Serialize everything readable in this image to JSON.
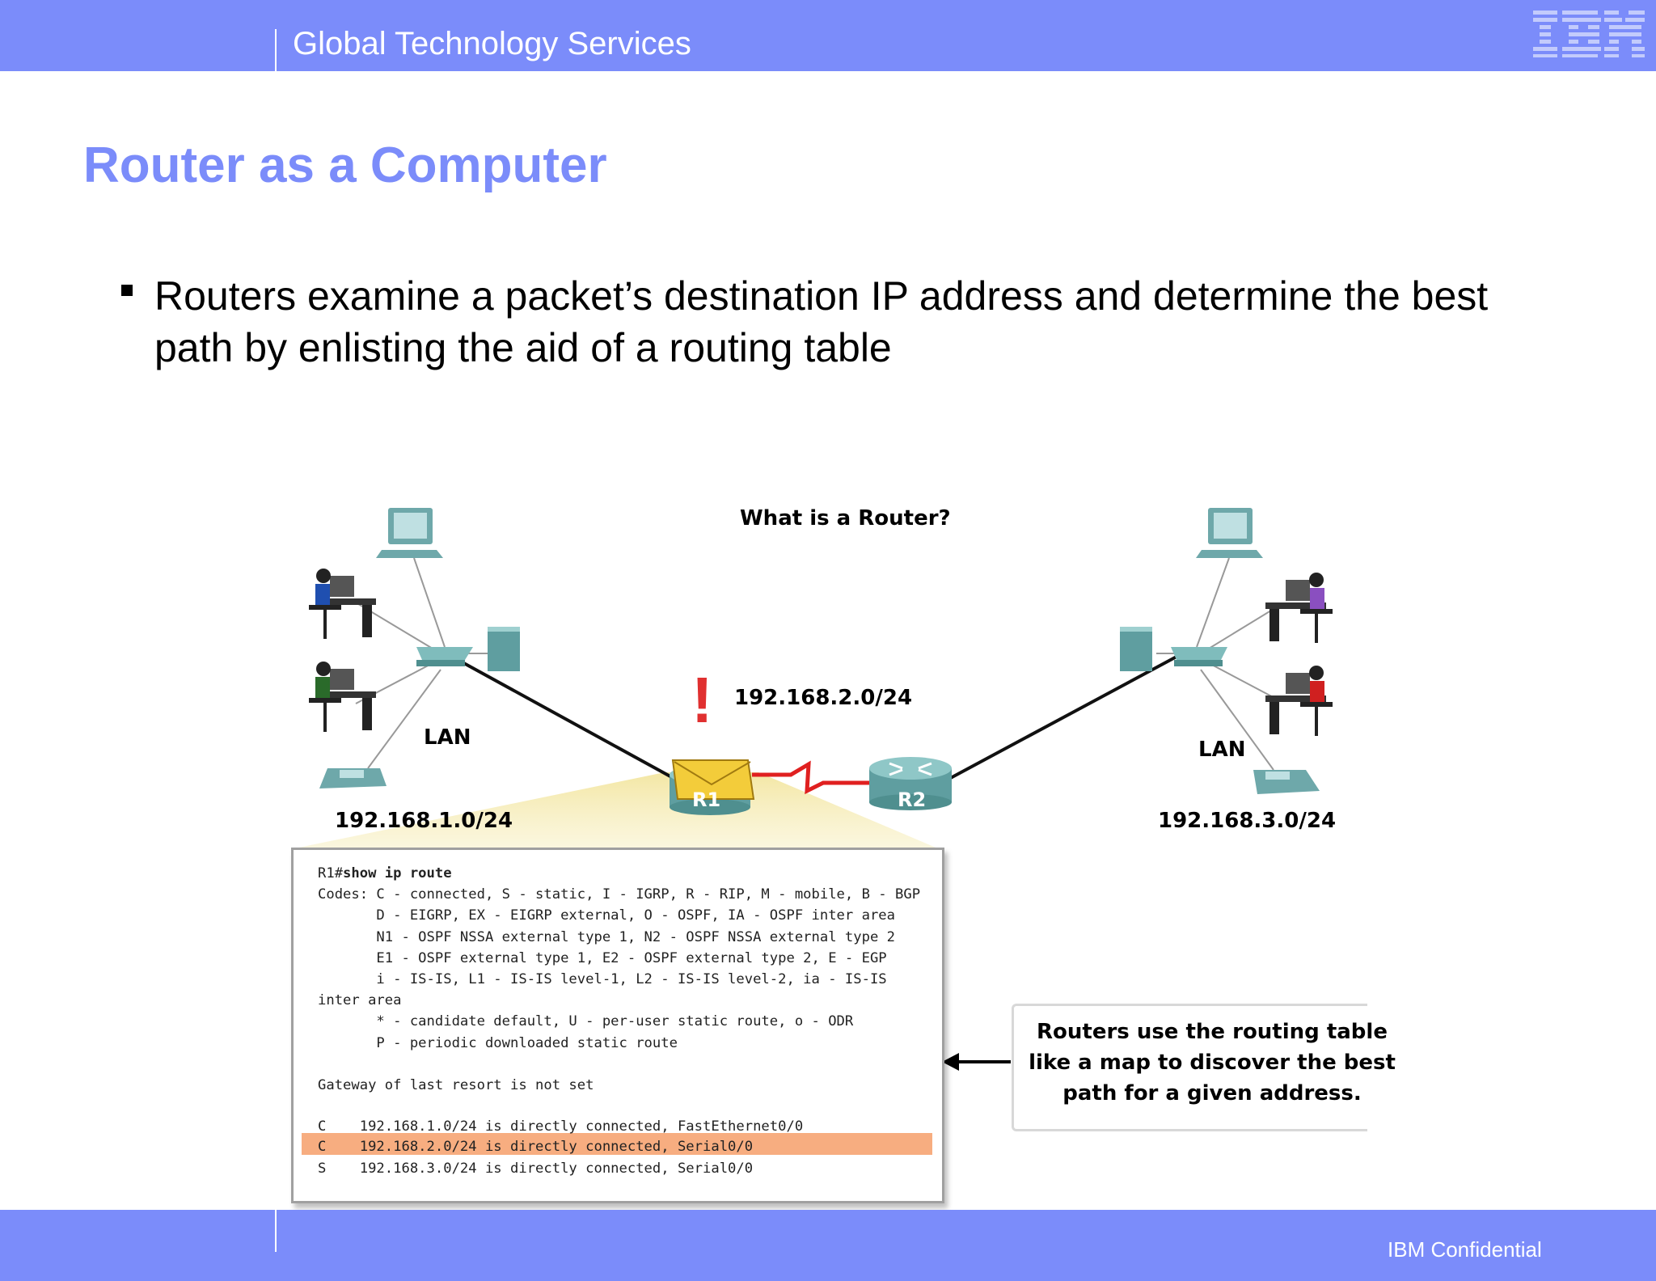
{
  "header": {
    "brand": "Global Technology Services",
    "logo_text": "IBM"
  },
  "title": "Router as a Computer",
  "bullets": [
    "Routers examine a packet’s destination IP address and determine the best path by enlisting the aid of a routing table"
  ],
  "diagram": {
    "heading": "What is a Router?",
    "left_lan_label": "LAN",
    "right_lan_label": "LAN",
    "left_network": "192.168.1.0/24",
    "middle_network": "192.168.2.0/24",
    "right_network": "192.168.3.0/24",
    "router1": "R1",
    "router2": "R2",
    "alert_mark": "!",
    "routing_table": {
      "prompt": "R1#",
      "command": "show ip route",
      "codes": [
        "Codes: C - connected, S - static, I - IGRP, R - RIP, M - mobile, B - BGP",
        "       D - EIGRP, EX - EIGRP external, O - OSPF, IA - OSPF inter area",
        "       N1 - OSPF NSSA external type 1, N2 - OSPF NSSA external type 2",
        "       E1 - OSPF external type 1, E2 - OSPF external type 2, E - EGP",
        "       i - IS-IS, L1 - IS-IS level-1, L2 - IS-IS level-2, ia - IS-IS",
        "inter area",
        "       * - candidate default, U - per-user static route, o - ODR",
        "       P - periodic downloaded static route",
        "",
        "Gateway of last resort is not set",
        ""
      ],
      "routes": [
        "C    192.168.1.0/24 is directly connected, FastEthernet0/0",
        "C    192.168.2.0/24 is directly connected, Serial0/0",
        "S    192.168.3.0/24 is directly connected, Serial0/0"
      ],
      "highlighted_route_index": 1
    },
    "callout": "Routers use the routing table like a map to discover the best path for a given address."
  },
  "footer": {
    "confidential": "IBM Confidential"
  },
  "colors": {
    "brand_bar": "#7b8cfa",
    "title": "#7b8cfa",
    "highlight": "#f7ad80",
    "device": "#5f9ea0",
    "alert": "#e03030"
  }
}
